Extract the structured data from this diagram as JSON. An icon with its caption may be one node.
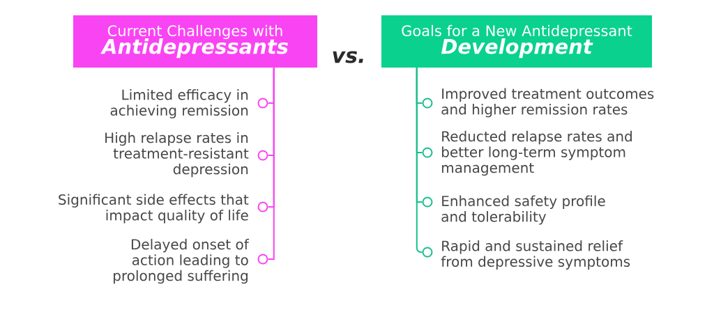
{
  "diagram": {
    "nodes": [
      {
        "text": [
          "Current Challenges with",
          "Antidepressants"
        ]
      },
      {
        "text": [],
        "shape": "circle",
        "beside": [
          "Limited efficacy in achieving remission"
        ]
      },
      {
        "text": [],
        "shape": "circle",
        "beside": [
          "High relapse rates in treatment-resistant depression"
        ]
      },
      {
        "text": [],
        "shape": "circle",
        "beside": [
          "Significant side effects that impact quality of life"
        ]
      },
      {
        "text": [],
        "shape": "circle",
        "beside": [
          "Delayed onset of action leading to prolonged suffering"
        ]
      },
      {
        "text": [
          "Goals for a New Antidepressant",
          "Development"
        ]
      },
      {
        "text": [],
        "shape": "circle",
        "beside": [
          "Improved treatment outcomes and higher remission rates"
        ]
      },
      {
        "text": [],
        "shape": "circle",
        "beside": [
          "Reducted relapse rates and better long-term symptom management"
        ]
      },
      {
        "text": [],
        "shape": "circle",
        "beside": [
          "Enhanced safety profile and tolerability"
        ]
      },
      {
        "text": [],
        "shape": "circle",
        "beside": [
          "Rapid and sustained relief from depressive symptoms"
        ]
      }
    ],
    "edges": [
      {
        "from": 0,
        "to": 1,
        "arrow": "none",
        "color": "#f944f3"
      },
      {
        "from": 0,
        "to": 2,
        "arrow": "none",
        "color": "#f944f3"
      },
      {
        "from": 0,
        "to": 3,
        "arrow": "none",
        "color": "#f944f3"
      },
      {
        "from": 0,
        "to": 4,
        "arrow": "none",
        "color": "#f944f3"
      },
      {
        "from": 5,
        "to": 6,
        "arrow": "none",
        "color": "#1bbf8c"
      },
      {
        "from": 5,
        "to": 7,
        "arrow": "none",
        "color": "#1bbf8c"
      },
      {
        "from": 5,
        "to": 8,
        "arrow": "none",
        "color": "#1bbf8c"
      },
      {
        "from": 5,
        "to": 9,
        "arrow": "none",
        "color": "#1bbf8c"
      }
    ],
    "labels": [
      "vs."
    ]
  }
}
